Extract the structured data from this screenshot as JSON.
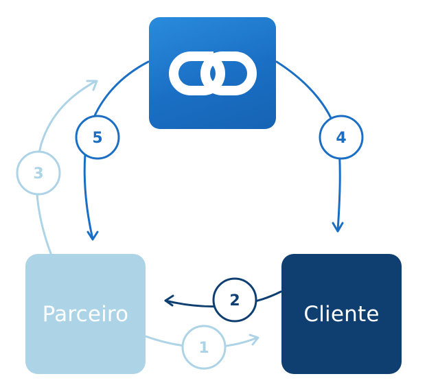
{
  "nodes": {
    "logo_icon": "chain-link-icon",
    "parceiro": "Parceiro",
    "cliente": "Cliente"
  },
  "steps": [
    "1",
    "2",
    "3",
    "4",
    "5"
  ],
  "colors": {
    "logo_blue": "#1a6fc4",
    "partner_light": "#acd3e6",
    "client_dark": "#0e3f70",
    "arrow_light": "#acd3e6",
    "arrow_mid": "#1a6fc4",
    "arrow_dark": "#0e3f70"
  }
}
